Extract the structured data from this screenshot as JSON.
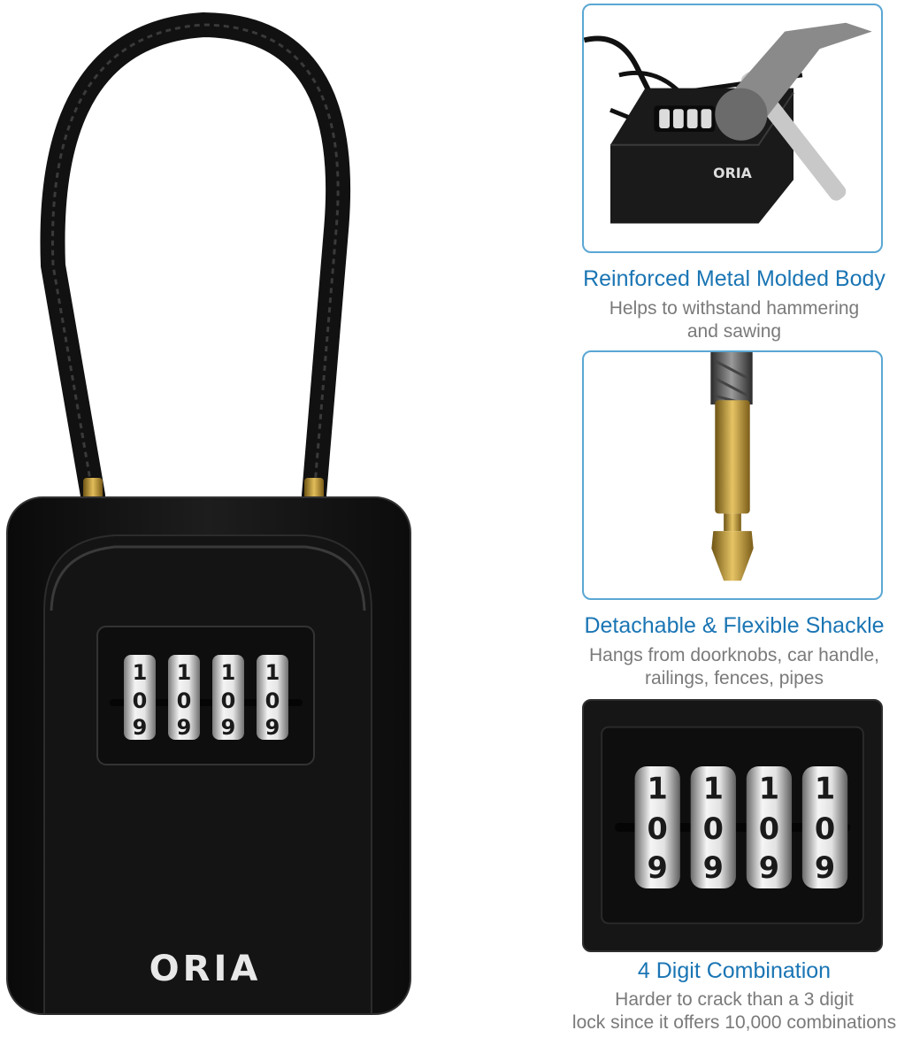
{
  "brand": "ORIA",
  "dial_digits": {
    "top": "1",
    "middle": "0",
    "bottom": "9"
  },
  "features": [
    {
      "title": "Reinforced Metal Molded Body",
      "desc_lines": [
        "Helps to withstand hammering",
        "and sawing"
      ],
      "icon": "hammer-on-lockbox"
    },
    {
      "title": "Detachable & Flexible Shackle",
      "desc_lines": [
        "Hangs from doorknobs, car handle,",
        "railings, fences, pipes"
      ],
      "icon": "shackle-brass-tip"
    },
    {
      "title": "4 Digit Combination",
      "desc_lines": [
        "Harder to crack than a 3 digit",
        "lock since it offers 10,000 combinations"
      ],
      "icon": "combination-dials"
    }
  ],
  "colors": {
    "title_blue": "#1a75b4",
    "frame_border": "#5aa7d3",
    "body_black": "#151515",
    "desc_gray": "#7a7a7a",
    "brass": "#b8902c"
  }
}
